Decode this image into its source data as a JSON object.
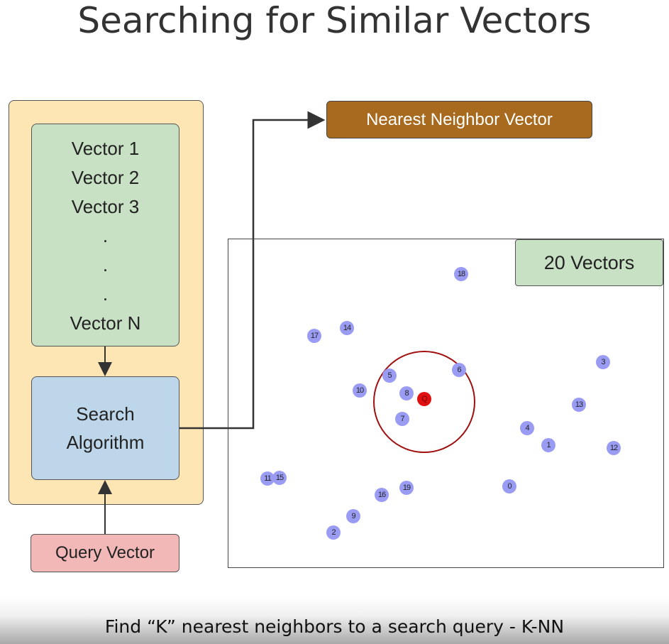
{
  "title": "Searching for Similar Vectors",
  "database": {
    "items": [
      "Vector 1",
      "Vector 2",
      "Vector 3",
      ".",
      ".",
      ".",
      "Vector N"
    ]
  },
  "algorithm": {
    "line1": "Search",
    "line2": "Algorithm"
  },
  "query_label": "Query Vector",
  "result_label": "Nearest Neighbor Vector",
  "plot": {
    "count_label": "20 Vectors",
    "query_point": "Q",
    "points": [
      "0",
      "1",
      "2",
      "3",
      "4",
      "5",
      "6",
      "7",
      "8",
      "9",
      "10",
      "11",
      "12",
      "13",
      "14",
      "15",
      "16",
      "17",
      "18",
      "19"
    ],
    "colors": {
      "point": "#9a9cf4",
      "query": "#e01010",
      "radius": "#a01010"
    }
  },
  "caption": "Find “K” nearest neighbors to a search query - K-NN"
}
